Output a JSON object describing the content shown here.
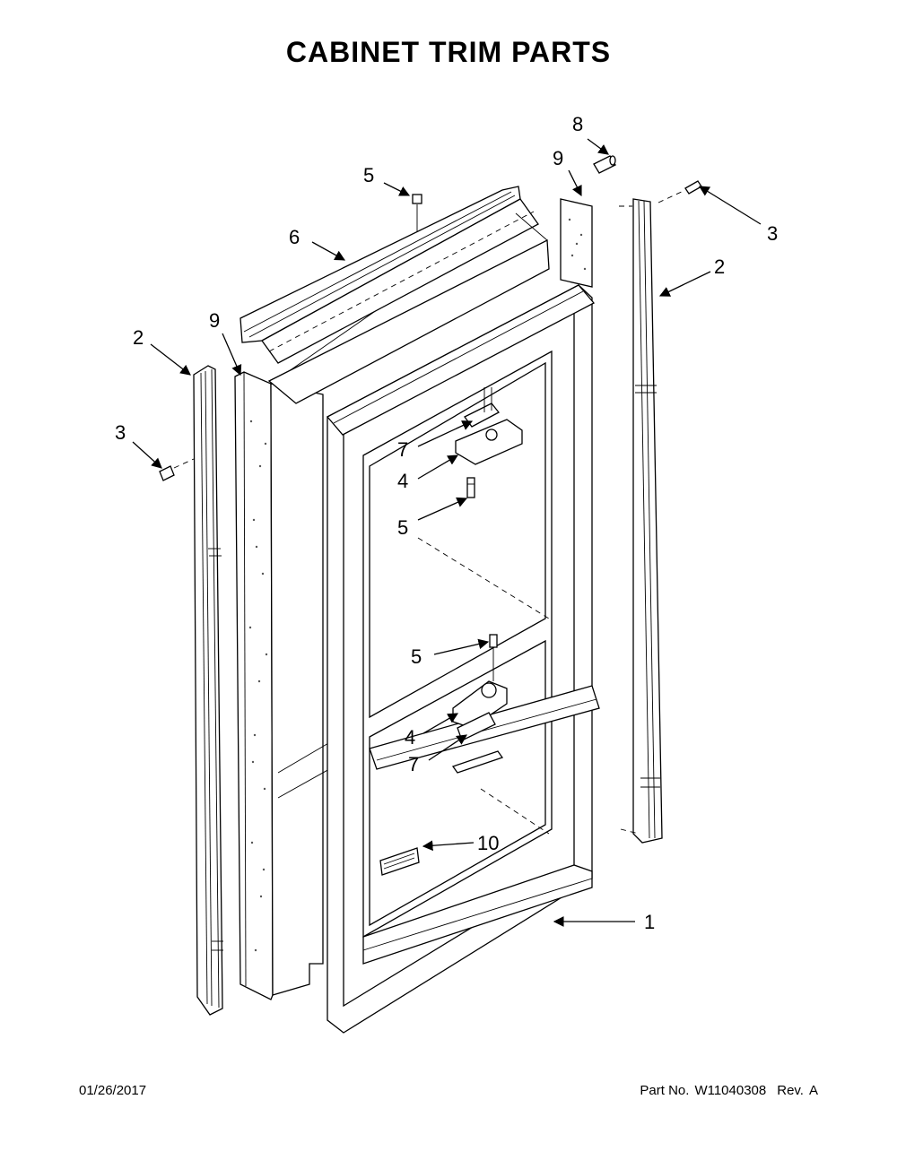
{
  "title": "CABINET TRIM PARTS",
  "callouts": [
    {
      "id": "c8",
      "label": "8"
    },
    {
      "id": "c9-right",
      "label": "9"
    },
    {
      "id": "c5-top",
      "label": "5"
    },
    {
      "id": "c3-right",
      "label": "3"
    },
    {
      "id": "c6",
      "label": "6"
    },
    {
      "id": "c2-right",
      "label": "2"
    },
    {
      "id": "c9-left",
      "label": "9"
    },
    {
      "id": "c2-left",
      "label": "2"
    },
    {
      "id": "c3-left",
      "label": "3"
    },
    {
      "id": "c7-upper",
      "label": "7"
    },
    {
      "id": "c4-upper",
      "label": "4"
    },
    {
      "id": "c5-upper",
      "label": "5"
    },
    {
      "id": "c5-lower",
      "label": "5"
    },
    {
      "id": "c4-lower",
      "label": "4"
    },
    {
      "id": "c7-lower",
      "label": "7"
    },
    {
      "id": "c10",
      "label": "10"
    },
    {
      "id": "c1",
      "label": "1"
    }
  ],
  "footer": {
    "date": "01/26/2017",
    "part_no_label": "Part No.",
    "part_no": "W11040308",
    "rev_label": "Rev.",
    "rev": "A"
  }
}
